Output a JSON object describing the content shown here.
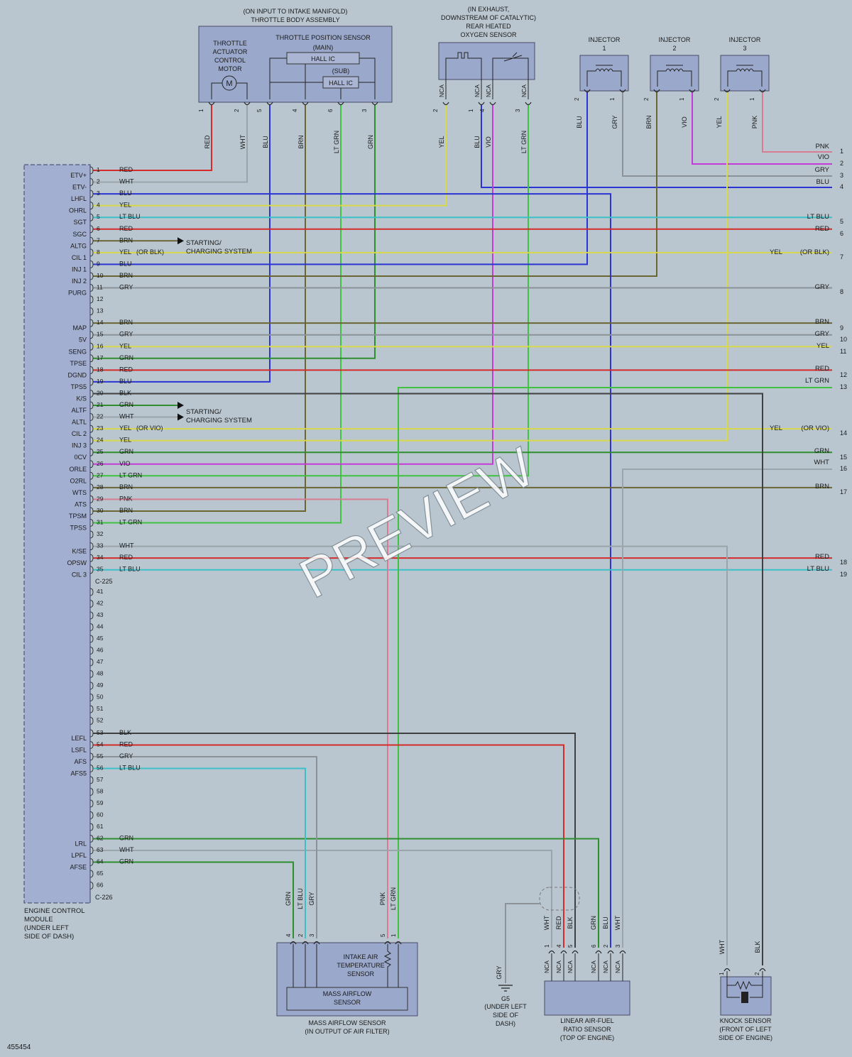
{
  "colors": {
    "background": "#b9c6cf",
    "component_fill": "#9aa8cb",
    "RED": "#d42b2b",
    "WHT": "#9aa4ab",
    "BLU": "#2b35d2",
    "YEL": "#d8d84a",
    "LT BLU": "#3cc0c8",
    "BRN": "#6b6534",
    "GRY": "#8b9298",
    "GRN": "#2f8f2f",
    "LT GRN": "#3fc23f",
    "VIO": "#c43cd8",
    "PNK": "#d97b92",
    "BLK": "#404040"
  },
  "components": {
    "throttle_body": {
      "location": "(ON INPUT TO INTAKE MANIFOLD)",
      "name": "THROTTLE BODY ASSEMBLY",
      "motor_label": [
        "THROTTLE",
        "ACTUATOR",
        "CONTROL",
        "MOTOR"
      ],
      "motor_symbol": "M",
      "tps_label": "THROTTLE POSITION SENSOR",
      "main": "(MAIN)",
      "sub": "(SUB)",
      "hall_ic": "HALL IC"
    },
    "o2_sensor": {
      "location": [
        "(IN EXHAUST,",
        "DOWNSTREAM OF CATALYTIC)"
      ],
      "name": [
        "REAR HEATED",
        "OXYGEN SENSOR"
      ]
    },
    "injectors": [
      {
        "title": "INJECTOR",
        "num": "1"
      },
      {
        "title": "INJECTOR",
        "num": "2"
      },
      {
        "title": "INJECTOR",
        "num": "3"
      }
    ],
    "ecm": {
      "label": [
        "ENGINE CONTROL",
        "MODULE",
        "(UNDER LEFT",
        "SIDE OF DASH)"
      ],
      "connector1": "C-225",
      "connector2": "C-226"
    },
    "maf": {
      "iat": [
        "INTAKE AIR",
        "TEMPERATURE",
        "SENSOR"
      ],
      "maf": [
        "MASS AIRFLOW",
        "SENSOR"
      ],
      "label": [
        "MASS AIRFLOW SENSOR",
        "(IN OUTPUT OF AIR FILTER)"
      ]
    },
    "ground": {
      "name": "G5",
      "label": [
        "(UNDER LEFT",
        "SIDE OF",
        "DASH)"
      ]
    },
    "afr": {
      "label": [
        "LINEAR AIR-FUEL",
        "RATIO SENSOR",
        "(TOP OF ENGINE)"
      ]
    },
    "knock": {
      "label": [
        "KNOCK SENSOR",
        "(FRONT OF LEFT",
        "SIDE OF ENGINE)"
      ]
    },
    "starting1": [
      "STARTING/",
      "CHARGING SYSTEM"
    ],
    "starting2": [
      "STARTING/",
      "CHARGING SYSTEM"
    ],
    "nca": "NCA"
  },
  "ecm_pins": [
    {
      "n": "1",
      "sig": "ETV+",
      "c": "RED"
    },
    {
      "n": "2",
      "sig": "ETV-",
      "c": "WHT"
    },
    {
      "n": "3",
      "sig": "LHFL",
      "c": "BLU"
    },
    {
      "n": "4",
      "sig": "OHRL",
      "c": "YEL"
    },
    {
      "n": "5",
      "sig": "SGT",
      "c": "LT BLU"
    },
    {
      "n": "6",
      "sig": "SGC",
      "c": "RED"
    },
    {
      "n": "7",
      "sig": "ALTG",
      "c": "BRN"
    },
    {
      "n": "8",
      "sig": "CIL 1",
      "c": "YEL",
      "extra": "(OR BLK)"
    },
    {
      "n": "9",
      "sig": "INJ 1",
      "c": "BLU"
    },
    {
      "n": "10",
      "sig": "INJ 2",
      "c": "BRN"
    },
    {
      "n": "11",
      "sig": "PURG",
      "c": "GRY"
    },
    {
      "n": "12",
      "sig": "",
      "c": ""
    },
    {
      "n": "13",
      "sig": "",
      "c": ""
    },
    {
      "n": "14",
      "sig": "MAP",
      "c": "BRN"
    },
    {
      "n": "15",
      "sig": "5V",
      "c": "GRY"
    },
    {
      "n": "16",
      "sig": "SENG",
      "c": "YEL"
    },
    {
      "n": "17",
      "sig": "TPSE",
      "c": "GRN"
    },
    {
      "n": "18",
      "sig": "DGND",
      "c": "RED"
    },
    {
      "n": "19",
      "sig": "TPS5",
      "c": "BLU"
    },
    {
      "n": "20",
      "sig": "K/S",
      "c": "BLK"
    },
    {
      "n": "21",
      "sig": "ALTF",
      "c": "GRN"
    },
    {
      "n": "22",
      "sig": "ALTL",
      "c": "WHT"
    },
    {
      "n": "23",
      "sig": "CIL 2",
      "c": "YEL",
      "extra": "(OR VIO)"
    },
    {
      "n": "24",
      "sig": "INJ 3",
      "c": "YEL"
    },
    {
      "n": "25",
      "sig": "0CV",
      "c": "GRN"
    },
    {
      "n": "26",
      "sig": "ORLE",
      "c": "VIO"
    },
    {
      "n": "27",
      "sig": "O2RL",
      "c": "LT GRN"
    },
    {
      "n": "28",
      "sig": "WTS",
      "c": "BRN"
    },
    {
      "n": "29",
      "sig": "ATS",
      "c": "PNK"
    },
    {
      "n": "30",
      "sig": "TPSM",
      "c": "BRN"
    },
    {
      "n": "31",
      "sig": "TPSS",
      "c": "LT GRN"
    },
    {
      "n": "32",
      "sig": "",
      "c": ""
    },
    {
      "n": "33",
      "sig": "K/SE",
      "c": "WHT"
    },
    {
      "n": "34",
      "sig": "OPSW",
      "c": "RED"
    },
    {
      "n": "35",
      "sig": "CIL 3",
      "c": "LT BLU"
    },
    {
      "n": "41",
      "sig": "",
      "c": ""
    },
    {
      "n": "42",
      "sig": "",
      "c": ""
    },
    {
      "n": "43",
      "sig": "",
      "c": ""
    },
    {
      "n": "44",
      "sig": "",
      "c": ""
    },
    {
      "n": "45",
      "sig": "",
      "c": ""
    },
    {
      "n": "46",
      "sig": "",
      "c": ""
    },
    {
      "n": "47",
      "sig": "",
      "c": ""
    },
    {
      "n": "48",
      "sig": "",
      "c": ""
    },
    {
      "n": "49",
      "sig": "",
      "c": ""
    },
    {
      "n": "50",
      "sig": "",
      "c": ""
    },
    {
      "n": "51",
      "sig": "",
      "c": ""
    },
    {
      "n": "52",
      "sig": "",
      "c": ""
    },
    {
      "n": "53",
      "sig": "LEFL",
      "c": "BLK"
    },
    {
      "n": "54",
      "sig": "LSFL",
      "c": "RED"
    },
    {
      "n": "55",
      "sig": "AFS",
      "c": "GRY"
    },
    {
      "n": "56",
      "sig": "AFS5",
      "c": "LT BLU"
    },
    {
      "n": "57",
      "sig": "",
      "c": ""
    },
    {
      "n": "58",
      "sig": "",
      "c": ""
    },
    {
      "n": "59",
      "sig": "",
      "c": ""
    },
    {
      "n": "60",
      "sig": "",
      "c": ""
    },
    {
      "n": "61",
      "sig": "",
      "c": ""
    },
    {
      "n": "62",
      "sig": "LRL",
      "c": "GRN"
    },
    {
      "n": "63",
      "sig": "LPFL",
      "c": "WHT"
    },
    {
      "n": "64",
      "sig": "AFSE",
      "c": "GRN"
    },
    {
      "n": "65",
      "sig": "",
      "c": ""
    },
    {
      "n": "66",
      "sig": "",
      "c": ""
    }
  ],
  "right_connectors": [
    {
      "n": "1",
      "c": "PNK"
    },
    {
      "n": "2",
      "c": "VIO"
    },
    {
      "n": "3",
      "c": "GRY"
    },
    {
      "n": "4",
      "c": "BLU"
    },
    {
      "n": "5",
      "c": "LT BLU"
    },
    {
      "n": "6",
      "c": "RED"
    },
    {
      "n": "7",
      "c": "YEL",
      "extra": "(OR BLK)"
    },
    {
      "n": "8",
      "c": "GRY"
    },
    {
      "n": "9",
      "c": "BRN"
    },
    {
      "n": "10",
      "c": "GRY"
    },
    {
      "n": "11",
      "c": "YEL"
    },
    {
      "n": "12",
      "c": "RED"
    },
    {
      "n": "13",
      "c": "LT GRN"
    },
    {
      "n": "14",
      "c": "YEL",
      "extra": "(OR VIO)"
    },
    {
      "n": "15",
      "c": "GRN"
    },
    {
      "n": "16",
      "c": "WHT"
    },
    {
      "n": "17",
      "c": "BRN"
    },
    {
      "n": "18",
      "c": "RED"
    },
    {
      "n": "19",
      "c": "LT BLU"
    }
  ],
  "top_pins": {
    "throttle": [
      {
        "n": "1",
        "c": "RED"
      },
      {
        "n": "2",
        "c": "WHT"
      },
      {
        "n": "5",
        "c": "BLU"
      },
      {
        "n": "4",
        "c": "BRN"
      },
      {
        "n": "6",
        "c": "LT GRN"
      },
      {
        "n": "3",
        "c": "GRN"
      }
    ],
    "o2": [
      {
        "n": "2",
        "c": "YEL",
        "nca": "NCA"
      },
      {
        "n": "1",
        "c": "BLU",
        "nca": "NCA"
      },
      {
        "n": "4",
        "c": "VIO",
        "nca": "NCA"
      },
      {
        "n": "3",
        "c": "LT GRN",
        "nca": "NCA"
      }
    ],
    "injectors": [
      {
        "n": "2",
        "c": "BLU"
      },
      {
        "n": "1",
        "c": "GRY"
      },
      {
        "n": "2",
        "c": "BRN"
      },
      {
        "n": "1",
        "c": "VIO"
      },
      {
        "n": "2",
        "c": "YEL"
      },
      {
        "n": "1",
        "c": "PNK"
      }
    ]
  },
  "bottom_pins": {
    "maf": [
      {
        "n": "4",
        "c": "GRN"
      },
      {
        "n": "2",
        "c": "LT BLU"
      },
      {
        "n": "3",
        "c": "GRY"
      },
      {
        "n": "5",
        "c": "PNK"
      },
      {
        "n": "1",
        "c": "LT GRN"
      }
    ],
    "ground_wire": "GRY",
    "afr": [
      {
        "n": "1",
        "c": "WHT",
        "nca": "NCA"
      },
      {
        "n": "4",
        "c": "RED",
        "nca": "NCA"
      },
      {
        "n": "5",
        "c": "BLK",
        "nca": "NCA"
      },
      {
        "n": "6",
        "c": "GRN",
        "nca": "NCA"
      },
      {
        "n": "2",
        "c": "BLU",
        "nca": "NCA"
      },
      {
        "n": "3",
        "c": "WHT",
        "nca": "NCA"
      }
    ],
    "knock": [
      {
        "n": "1",
        "c": "WHT"
      },
      {
        "n": "2",
        "c": "BLK"
      }
    ]
  },
  "watermark": "PREVIEW",
  "diagram_id": "455454"
}
